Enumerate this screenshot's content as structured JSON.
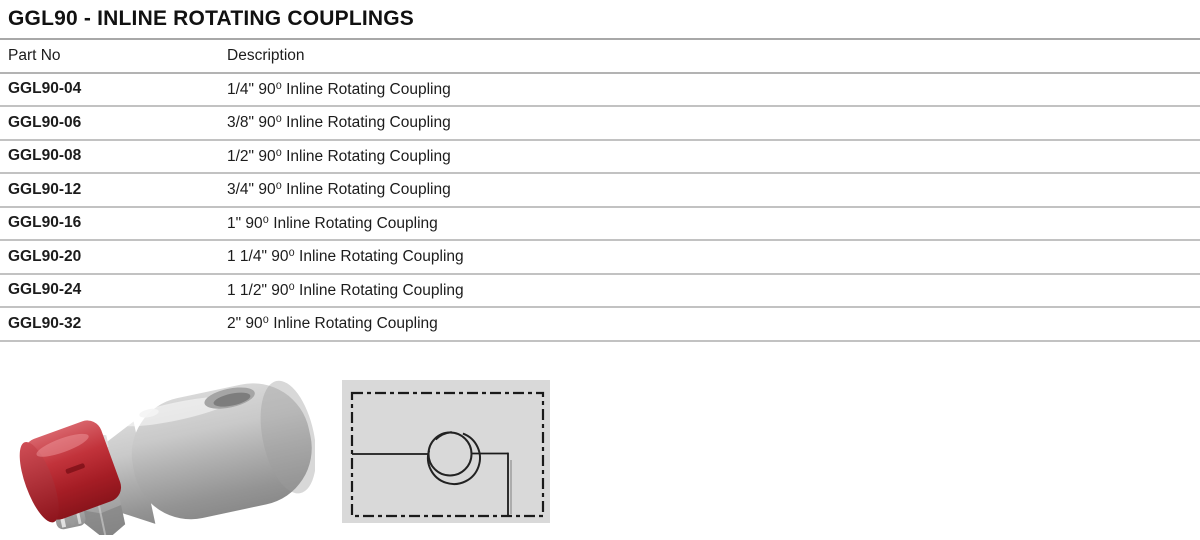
{
  "header": {
    "title": "GGL90 - INLINE ROTATING COUPLINGS"
  },
  "table": {
    "columns": [
      "Part No",
      "Description"
    ],
    "rows": [
      {
        "part_no": "GGL90-04",
        "description": "1/4\" 90⁰ Inline Rotating Coupling"
      },
      {
        "part_no": "GGL90-06",
        "description": "3/8\" 90⁰ Inline Rotating Coupling"
      },
      {
        "part_no": "GGL90-08",
        "description": "1/2\" 90⁰ Inline Rotating Coupling"
      },
      {
        "part_no": "GGL90-12",
        "description": "3/4\" 90⁰ Inline Rotating Coupling"
      },
      {
        "part_no": "GGL90-16",
        "description": "1\" 90⁰ Inline Rotating Coupling"
      },
      {
        "part_no": "GGL90-20",
        "description": "1 1/4\" 90⁰ Inline Rotating Coupling"
      },
      {
        "part_no": "GGL90-24",
        "description": "1 1/2\" 90⁰ Inline Rotating Coupling"
      },
      {
        "part_no": "GGL90-32",
        "description": "2\" 90⁰ Inline Rotating Coupling"
      }
    ]
  },
  "figures": {
    "product_photo": "coupling-product-photo",
    "schematic": "90-degree-inline-rotating-coupling-symbol"
  },
  "colors": {
    "cap_red": "#b5242c",
    "body_gray": "#b4b4b4",
    "schematic_bg": "#d9d9d9",
    "rule_gray": "#c2c2c2",
    "text": "#1c1c1c"
  }
}
